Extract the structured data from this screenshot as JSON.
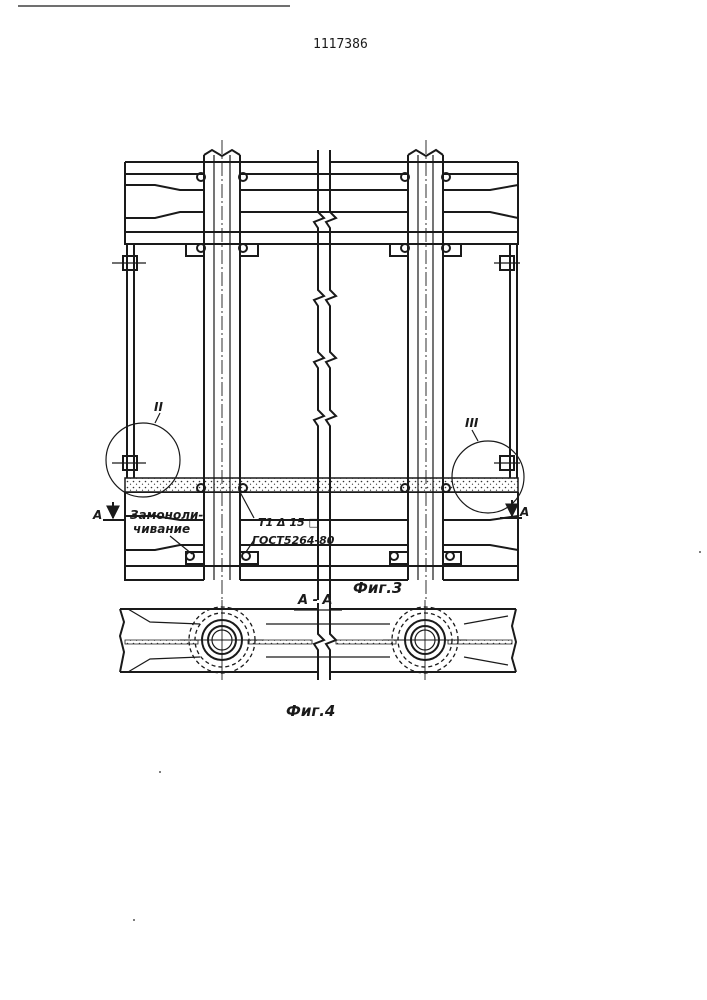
{
  "document": {
    "patent_number": "1117386"
  },
  "figure3": {
    "caption": "Фиг.3",
    "detail_ii": "II",
    "detail_iii": "III",
    "section_mark": "A",
    "grout_label_line1": "Замоноли-",
    "grout_label_line2": "чивание",
    "weld_label_line1": "T1 Δ 15 □",
    "weld_label_line2": "ГОСТ5264-80"
  },
  "figure4": {
    "caption": "Фиг.4",
    "section_title": "А - А"
  }
}
